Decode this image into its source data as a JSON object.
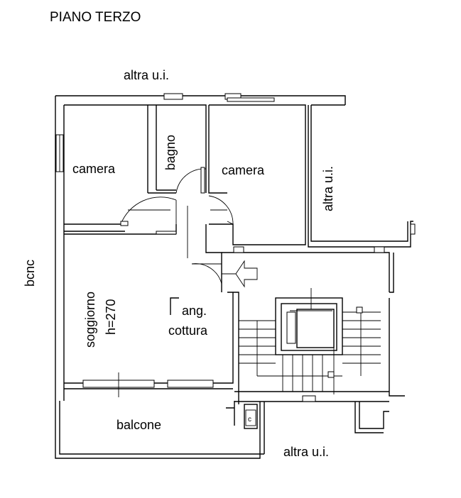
{
  "title": "PIANO TERZO",
  "labels": {
    "altra_top": "altra u.i.",
    "altra_right": "altra u.i.",
    "altra_bottom": "altra u.i.",
    "bcnc": "bcnc",
    "camera_left": "camera",
    "bagno": "bagno",
    "camera_right": "camera",
    "soggiorno": "soggiorno",
    "height": "h=270",
    "ang": "ang.",
    "cottura": "cottura",
    "balcone": "balcone",
    "cabinet": "c"
  },
  "colors": {
    "line": "#000000",
    "background": "#ffffff"
  }
}
